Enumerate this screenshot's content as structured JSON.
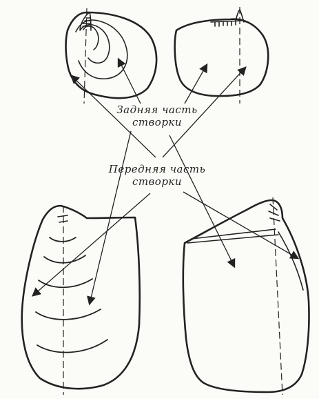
{
  "labels": {
    "rear_line1": "Задняя часть",
    "rear_line2": "створки",
    "front_line1": "Передняя часть",
    "front_line2": "створки"
  }
}
